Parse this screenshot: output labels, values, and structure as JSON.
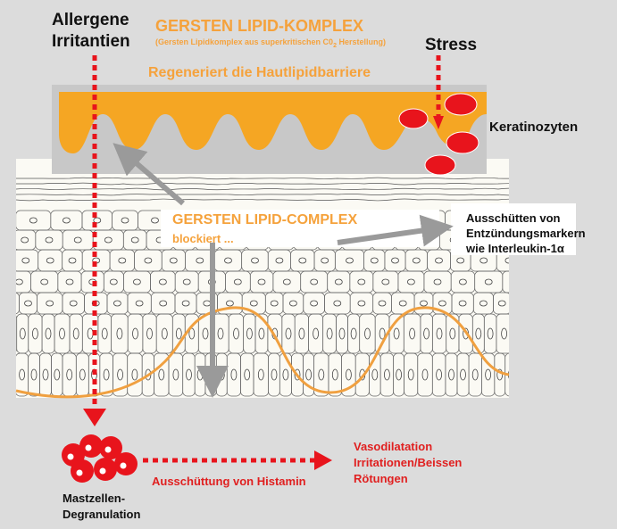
{
  "labels": {
    "allergene": "Allergene",
    "irritantien": "Irritantien",
    "stress": "Stress",
    "title": "GERSTEN LIPID-KOMPLEX",
    "subtitle_pre": "(Gersten Lipidkomplex aus superkritischen C0",
    "subtitle_sub": "2",
    "subtitle_post": " Herstellung)",
    "regeneriert": "Regeneriert die Hautlipidbarriere",
    "keratinozyten": "Keratinozyten",
    "complex_title": "GERSTEN LIPID-COMPLEX",
    "blockiert": "blockiert ...",
    "markers_1": "Ausschütten von",
    "markers_2": "Entzündungsmarkern",
    "markers_3": "wie Interleukin-1α",
    "mast_1": "Mastzellen-",
    "mast_2": "Degranulation",
    "histamin": "Ausschüttung von Histamin",
    "effect_1": "Vasodilatation",
    "effect_2": "Irritationen/Beissen",
    "effect_3": "Rötungen"
  },
  "colors": {
    "background": "#dcdcdc",
    "lipid_orange": "#f5a623",
    "barrier_gray": "#c8c8c8",
    "arrow_red": "#e8141c",
    "arrow_gray": "#9a9a9a",
    "skin_line": "#f0a040"
  }
}
